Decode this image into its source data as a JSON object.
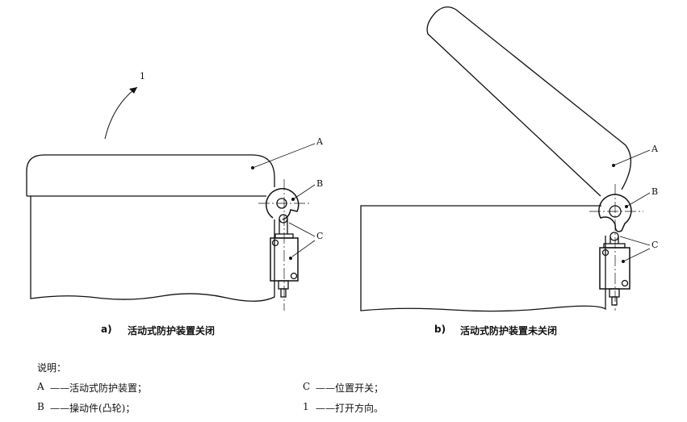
{
  "figure_a": {
    "caption_id": "a)",
    "caption": "活动式防护装置关闭",
    "labels": {
      "A": "A",
      "B": "B",
      "C": "C",
      "arrow": "1"
    }
  },
  "figure_b": {
    "caption_id": "b)",
    "caption": "活动式防护装置未关闭",
    "labels": {
      "A": "A",
      "B": "B",
      "C": "C"
    }
  },
  "legend": {
    "title": "说明：",
    "items": [
      {
        "key": "A",
        "text": "——活动式防护装置；"
      },
      {
        "key": "B",
        "text": "——操动件(凸轮)；"
      },
      {
        "key": "C",
        "text": "——位置开关；"
      },
      {
        "key": "1",
        "text": "——打开方向。"
      }
    ]
  }
}
